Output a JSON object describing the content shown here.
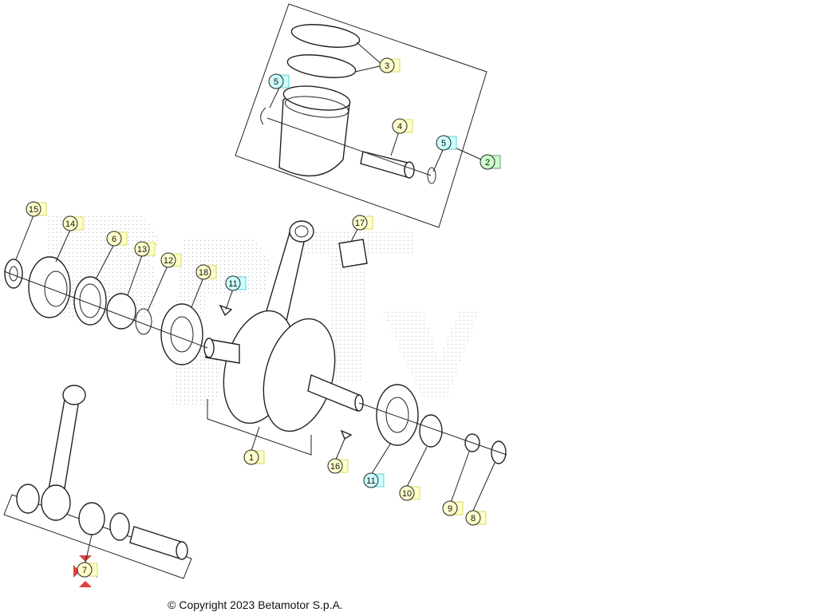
{
  "diagram": {
    "background_color": "#ffffff",
    "callout_fill": "#ffffcc",
    "callout_fill_alt": "#ccffff",
    "callout_fill_green": "#ccffcc",
    "highlight_color": "#e04040",
    "watermark_color": "#bcbcbc",
    "callouts": [
      {
        "label": "3",
        "color": "yellow"
      },
      {
        "label": "5",
        "color": "cyan"
      },
      {
        "label": "4",
        "color": "yellow"
      },
      {
        "label": "5",
        "color": "cyan"
      },
      {
        "label": "2",
        "color": "green"
      },
      {
        "label": "15",
        "color": "yellow"
      },
      {
        "label": "14",
        "color": "yellow"
      },
      {
        "label": "6",
        "color": "yellow"
      },
      {
        "label": "13",
        "color": "yellow"
      },
      {
        "label": "12",
        "color": "yellow"
      },
      {
        "label": "18",
        "color": "yellow"
      },
      {
        "label": "11",
        "color": "cyan"
      },
      {
        "label": "17",
        "color": "yellow"
      },
      {
        "label": "1",
        "color": "yellow"
      },
      {
        "label": "16",
        "color": "yellow"
      },
      {
        "label": "11",
        "color": "cyan"
      },
      {
        "label": "10",
        "color": "yellow"
      },
      {
        "label": "9",
        "color": "yellow"
      },
      {
        "label": "8",
        "color": "yellow"
      },
      {
        "label": "7",
        "color": "yellow",
        "highlighted": true
      }
    ]
  },
  "footer": {
    "copyright": "© Copyright 2023 Betamotor S.p.A."
  }
}
